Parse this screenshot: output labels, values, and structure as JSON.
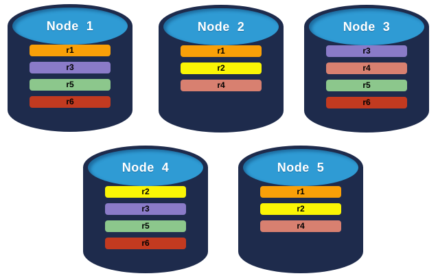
{
  "colors": {
    "background": "#ffffff",
    "cylinder_body": "#1E2B4C",
    "cylinder_top": "#2F9BD4",
    "node_title_text": "#ffffff",
    "bar_text": "#000000",
    "replica_palette": {
      "r1": "#F9A008",
      "r2": "#FAF505",
      "r3": "#8A7BC8",
      "r4": "#D88070",
      "r5": "#8CC78C",
      "r6": "#C23A20"
    }
  },
  "nodes": [
    {
      "id": "node-1",
      "label": "Node  1",
      "replicas": [
        {
          "label": "r1",
          "color": "#F9A008"
        },
        {
          "label": "r3",
          "color": "#8A7BC8"
        },
        {
          "label": "r5",
          "color": "#8CC78C"
        },
        {
          "label": "r6",
          "color": "#C23A20"
        }
      ]
    },
    {
      "id": "node-2",
      "label": "Node  2",
      "replicas": [
        {
          "label": "r1",
          "color": "#F9A008"
        },
        {
          "label": "r2",
          "color": "#FAF505"
        },
        {
          "label": "r4",
          "color": "#D88070"
        }
      ]
    },
    {
      "id": "node-3",
      "label": "Node  3",
      "replicas": [
        {
          "label": "r3",
          "color": "#8A7BC8"
        },
        {
          "label": "r4",
          "color": "#D88070"
        },
        {
          "label": "r5",
          "color": "#8CC78C"
        },
        {
          "label": "r6",
          "color": "#C23A20"
        }
      ]
    },
    {
      "id": "node-4",
      "label": "Node  4",
      "replicas": [
        {
          "label": "r2",
          "color": "#FAF505"
        },
        {
          "label": "r3",
          "color": "#8A7BC8"
        },
        {
          "label": "r5",
          "color": "#8CC78C"
        },
        {
          "label": "r6",
          "color": "#C23A20"
        }
      ]
    },
    {
      "id": "node-5",
      "label": "Node  5",
      "replicas": [
        {
          "label": "r1",
          "color": "#F9A008"
        },
        {
          "label": "r2",
          "color": "#FAF505"
        },
        {
          "label": "r4",
          "color": "#D88070"
        }
      ]
    }
  ]
}
